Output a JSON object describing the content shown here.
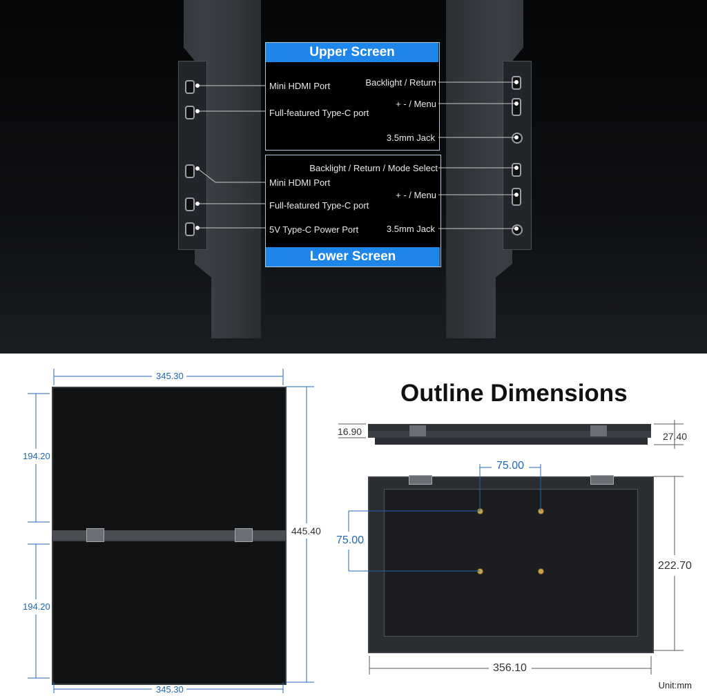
{
  "upper": {
    "header": "Upper Screen",
    "left": [
      "Mini HDMI Port",
      "Full-featured Type-C port"
    ],
    "right": [
      "Backlight / Return",
      "+ - / Menu",
      "3.5mm Jack"
    ]
  },
  "lower": {
    "header": "Lower Screen",
    "left": [
      "Mini HDMI Port",
      "Full-featured Type-C port",
      "5V Type-C Power Port"
    ],
    "right": [
      "Backlight / Return / Mode Select",
      "+ - / Menu",
      "3.5mm Jack"
    ]
  },
  "dimensions": {
    "title": "Outline Dimensions",
    "width_top": "345.30",
    "width_bottom": "345.30",
    "height_upper": "194.20",
    "height_lower": "194.20",
    "total_height": "445.40",
    "thickness_left": "16.90",
    "thickness_right": "27.40",
    "vesa_h": "75.00",
    "vesa_v": "75.00",
    "back_height": "222.70",
    "back_width": "356.10",
    "unit": "Unit:mm"
  },
  "colors": {
    "accent": "#1e86e8",
    "dim": "#1f67b6"
  }
}
